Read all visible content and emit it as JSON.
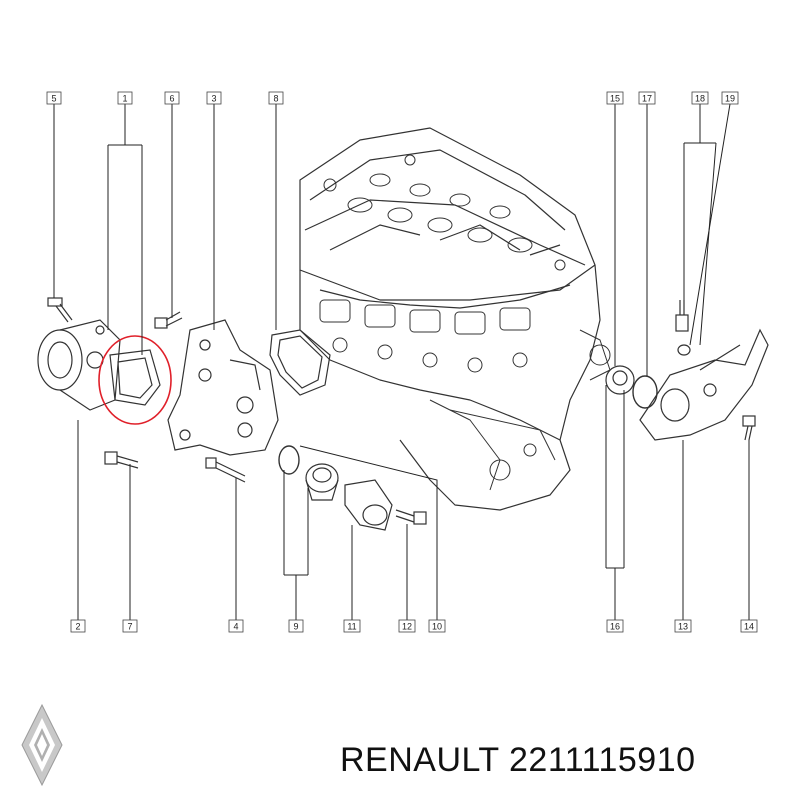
{
  "footer": {
    "brand": "RENAULT",
    "part_number": "2211115910"
  },
  "callouts": {
    "c1": "1",
    "c2": "2",
    "c3": "3",
    "c4": "4",
    "c5": "5",
    "c6": "6",
    "c7": "7",
    "c8": "8",
    "c9": "9",
    "c10": "10",
    "c11": "11",
    "c12": "12",
    "c13": "13",
    "c14": "14",
    "c15": "15",
    "c16": "16",
    "c17": "17",
    "c18": "18",
    "c19": "19"
  },
  "highlight_color": "#e0202a",
  "line_color": "#222222"
}
